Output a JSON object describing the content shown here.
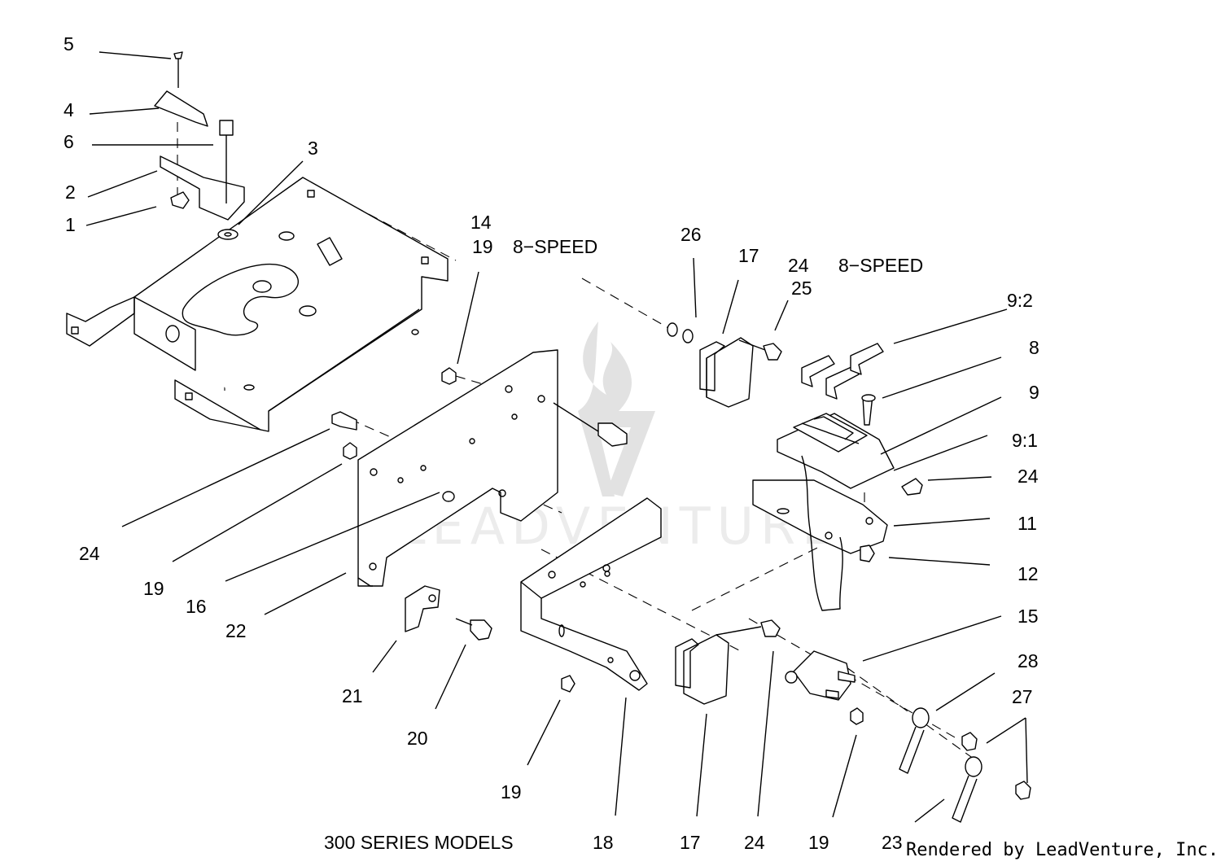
{
  "diagram": {
    "series_caption": "300 SERIES MODELS",
    "render_credit": "Rendered by LeadVenture, Inc.",
    "watermark_text": "LEADVENTURE",
    "speed_note_left": "8−SPEED",
    "speed_note_right": "8−SPEED",
    "callouts": {
      "c5": "5",
      "c4": "4",
      "c6": "6",
      "c2": "2",
      "c1": "1",
      "c3": "3",
      "c14": "14",
      "c19a": "19",
      "c26": "26",
      "c17a": "17",
      "c24a": "24",
      "c25": "25",
      "c9_2": "9:2",
      "c8": "8",
      "c9": "9",
      "c9_1": "9:1",
      "c24b": "24",
      "c11": "11",
      "c12": "12",
      "c15": "15",
      "c28": "28",
      "c27": "27",
      "c24c": "24",
      "c19b": "19",
      "c16": "16",
      "c22": "22",
      "c21": "21",
      "c20": "20",
      "c19c": "19",
      "c18": "18",
      "c17b": "17",
      "c24d": "24",
      "c19d": "19",
      "c23": "23"
    },
    "colors": {
      "ink": "#000000",
      "paper": "#ffffff",
      "watermark": "#e2e2e2"
    }
  }
}
